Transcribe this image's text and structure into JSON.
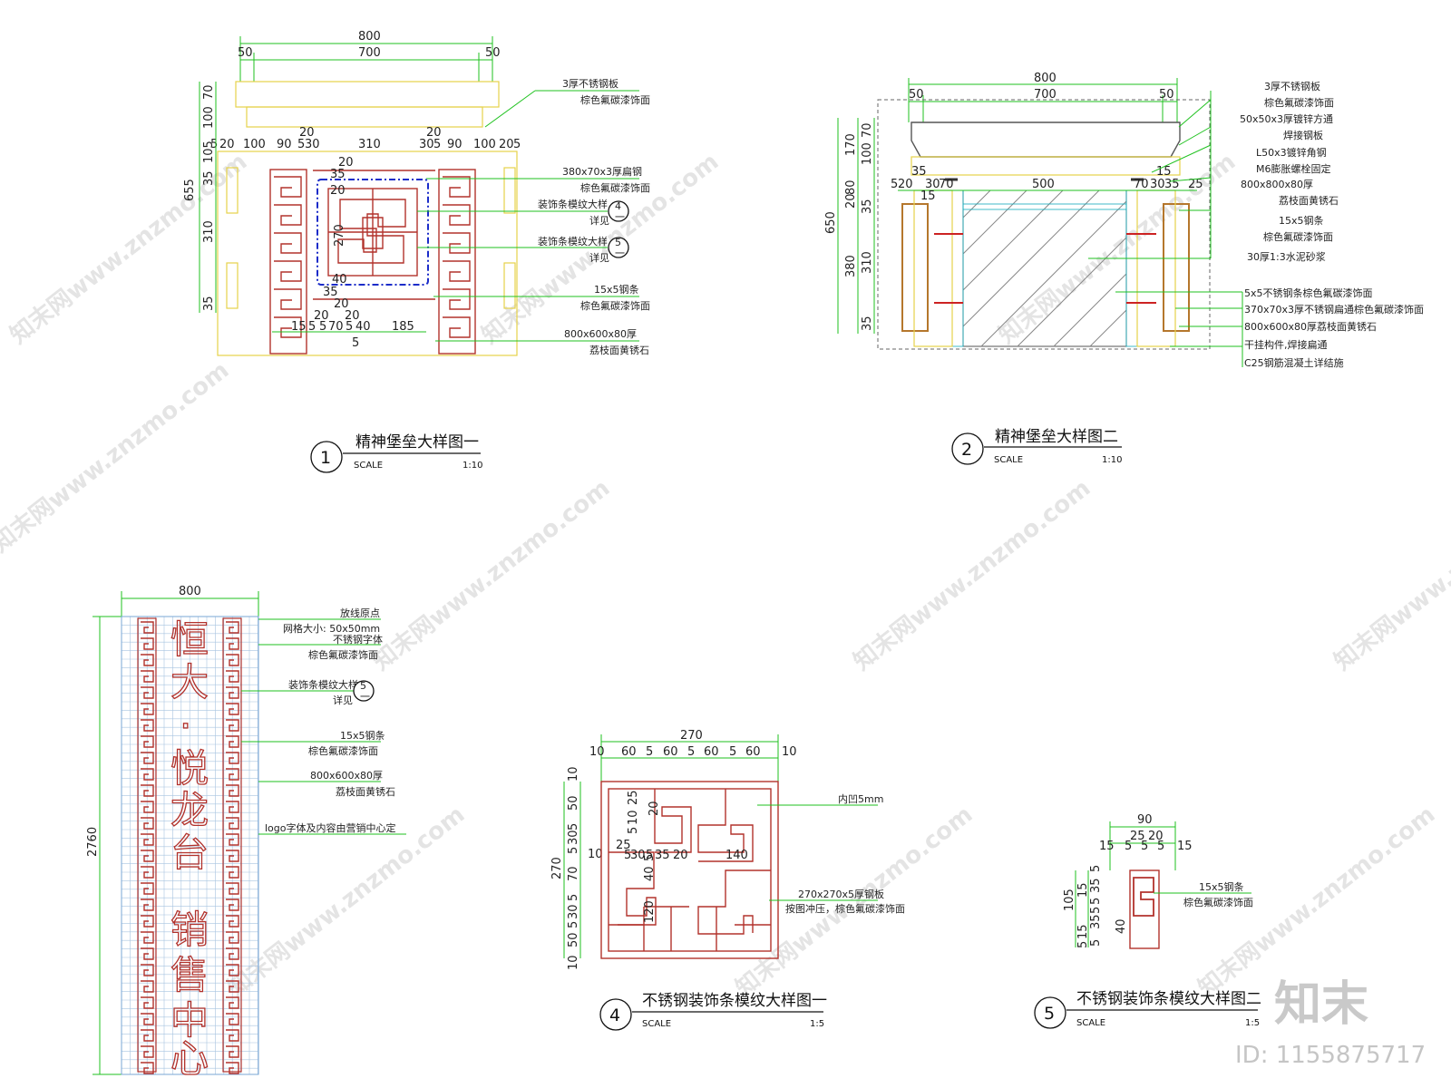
{
  "watermark": {
    "text": "知末网www.znzmo.com",
    "logo": "知末",
    "id": "ID: 1155875717"
  },
  "d1": {
    "num": "1",
    "title": "精神堡垒大样图一",
    "scale_label": "SCALE",
    "scale": "1:10",
    "top_dims": [
      "800",
      "50",
      "700",
      "50"
    ],
    "mid_dims": [
      "5",
      "20",
      "100",
      "90",
      "5",
      "30",
      "20",
      "310",
      "30",
      "5",
      "90",
      "100",
      "20",
      "5"
    ],
    "inner_dims": [
      "20",
      "35",
      "20",
      "270",
      "40",
      "35",
      "20",
      "20",
      "20"
    ],
    "bottom_dims": [
      "15",
      "5",
      "5",
      "70",
      "5",
      "40",
      "185",
      "5"
    ],
    "left_dims": [
      "70",
      "100",
      "105",
      "35",
      "310",
      "35",
      "655"
    ],
    "notes": [
      {
        "a": "3厚不锈钢板",
        "b": "棕色氟碳漆饰面"
      },
      {
        "a": "380x70x3厚扁钢",
        "b": "棕色氟碳漆饰面"
      },
      {
        "a": "装饰条模纹大样",
        "b": "详见",
        "n": "4",
        "s": "一"
      },
      {
        "a": "装饰条模纹大样",
        "b": "详见",
        "n": "5",
        "s": "一"
      },
      {
        "a": "15x5钢条",
        "b": "棕色氟碳漆饰面"
      },
      {
        "a": "800x600x80厚",
        "b": "荔枝面黄锈石"
      }
    ]
  },
  "d2": {
    "num": "2",
    "title": "精神堡垒大样图二",
    "scale_label": "SCALE",
    "scale": "1:10",
    "top_dims": [
      "800",
      "50",
      "700",
      "50"
    ],
    "mid_dims": [
      "35",
      "5",
      "20",
      "30",
      "70",
      "500",
      "70",
      "30",
      "35",
      "25",
      "15",
      "15"
    ],
    "left_dims": [
      "170",
      "650",
      "380",
      "70",
      "100",
      "80",
      "20",
      "35",
      "310",
      "35"
    ],
    "notes": [
      "3厚不锈钢板",
      "棕色氟碳漆饰面",
      "50x50x3厚镀锌方通",
      "焊接钢板",
      "L50x3镀锌角钢",
      "M6膨胀螺栓固定",
      "800x800x80厚",
      "荔枝面黄锈石",
      "15x5钢条",
      "棕色氟碳漆饰面",
      "30厚1:3水泥砂浆",
      "5x5不锈钢条棕色氟碳漆饰面",
      "370x70x3厚不锈钢扁通棕色氟碳漆饰面",
      "800x600x80厚荔枝面黄锈石",
      "干挂构件,焊接扁通",
      "C25钢筋混凝土详结施"
    ]
  },
  "d3": {
    "width_dim": "800",
    "height_dim": "2760",
    "chars": [
      "恒",
      "大",
      "·",
      "悦",
      "龙",
      "台",
      "销",
      "售",
      "中",
      "心"
    ],
    "notes": [
      {
        "a": "放线原点",
        "b": ""
      },
      {
        "a": "网格大小: 50x50mm",
        "b": ""
      },
      {
        "a": "不锈钢字体",
        "b": "棕色氟碳漆饰面"
      },
      {
        "a": "装饰条模纹大样",
        "b": "详见",
        "n": "5",
        "s": "一"
      },
      {
        "a": "15x5钢条",
        "b": "棕色氟碳漆饰面"
      },
      {
        "a": "800x600x80厚",
        "b": "荔枝面黄锈石"
      },
      {
        "a": "logo字体及内容由营销中心定",
        "b": ""
      }
    ]
  },
  "d4": {
    "num": "4",
    "title": "不锈钢装饰条模纹大样图一",
    "scale_label": "SCALE",
    "scale": "1:5",
    "top_dims": [
      "270",
      "10",
      "60",
      "5",
      "60",
      "5",
      "60",
      "5",
      "60",
      "10"
    ],
    "left_dims": [
      "10",
      "50",
      "5",
      "30",
      "5",
      "10",
      "70",
      "5",
      "30",
      "5",
      "50",
      "10",
      "270"
    ],
    "inner_dims": [
      "25",
      "10",
      "5",
      "20",
      "25",
      "5",
      "30",
      "5",
      "35",
      "20",
      "40",
      "5",
      "140",
      "120"
    ],
    "notes": [
      {
        "a": "内凹5mm",
        "b": ""
      },
      {
        "a": "270x270x5厚钢板",
        "b": "按图冲压，棕色氟碳漆饰面"
      }
    ]
  },
  "d5": {
    "num": "5",
    "title": "不锈钢装饰条模纹大样图二",
    "scale_label": "SCALE",
    "scale": "1:5",
    "top_dims": [
      "90",
      "25",
      "20",
      "15",
      "5",
      "5",
      "5",
      "15"
    ],
    "left_dims": [
      "105",
      "5",
      "35",
      "5",
      "15",
      "5",
      "35",
      "5",
      "15",
      "40",
      "5"
    ],
    "notes": [
      {
        "a": "15x5钢条",
        "b": "棕色氟碳漆饰面"
      }
    ]
  }
}
